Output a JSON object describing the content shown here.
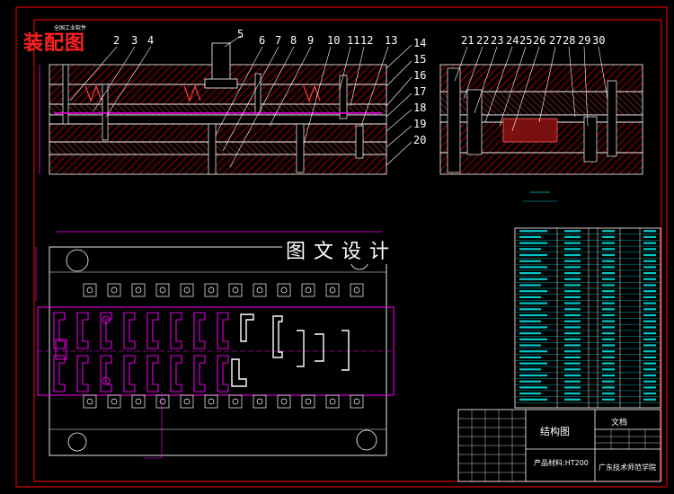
{
  "drawing": {
    "title": "装配图",
    "stamp": "全国工业软件",
    "watermark": "图文设计",
    "part_numbers_left": [
      "2",
      "3",
      "4",
      "5",
      "6",
      "7",
      "8",
      "9",
      "10",
      "11",
      "12",
      "13"
    ],
    "part_numbers_right_column": [
      "14",
      "15",
      "16",
      "17",
      "18",
      "19",
      "20"
    ],
    "part_numbers_side_view": [
      "21",
      "22",
      "23",
      "24",
      "25",
      "26",
      "27",
      "28",
      "29",
      "30"
    ]
  },
  "title_block": {
    "drawing_name": "结构图",
    "document_type": "文档",
    "material_label": "产品材料:",
    "material_value": "HT200",
    "school": "广东技术师范学院"
  },
  "colors": {
    "background": "#000000",
    "frame": "#ff0000",
    "line": "#ffffff",
    "hatch": "#b00000",
    "dimension": "#ff00ff",
    "strip": "#e000e0",
    "table": "#00c8c8",
    "title_red": "#ff2020"
  }
}
